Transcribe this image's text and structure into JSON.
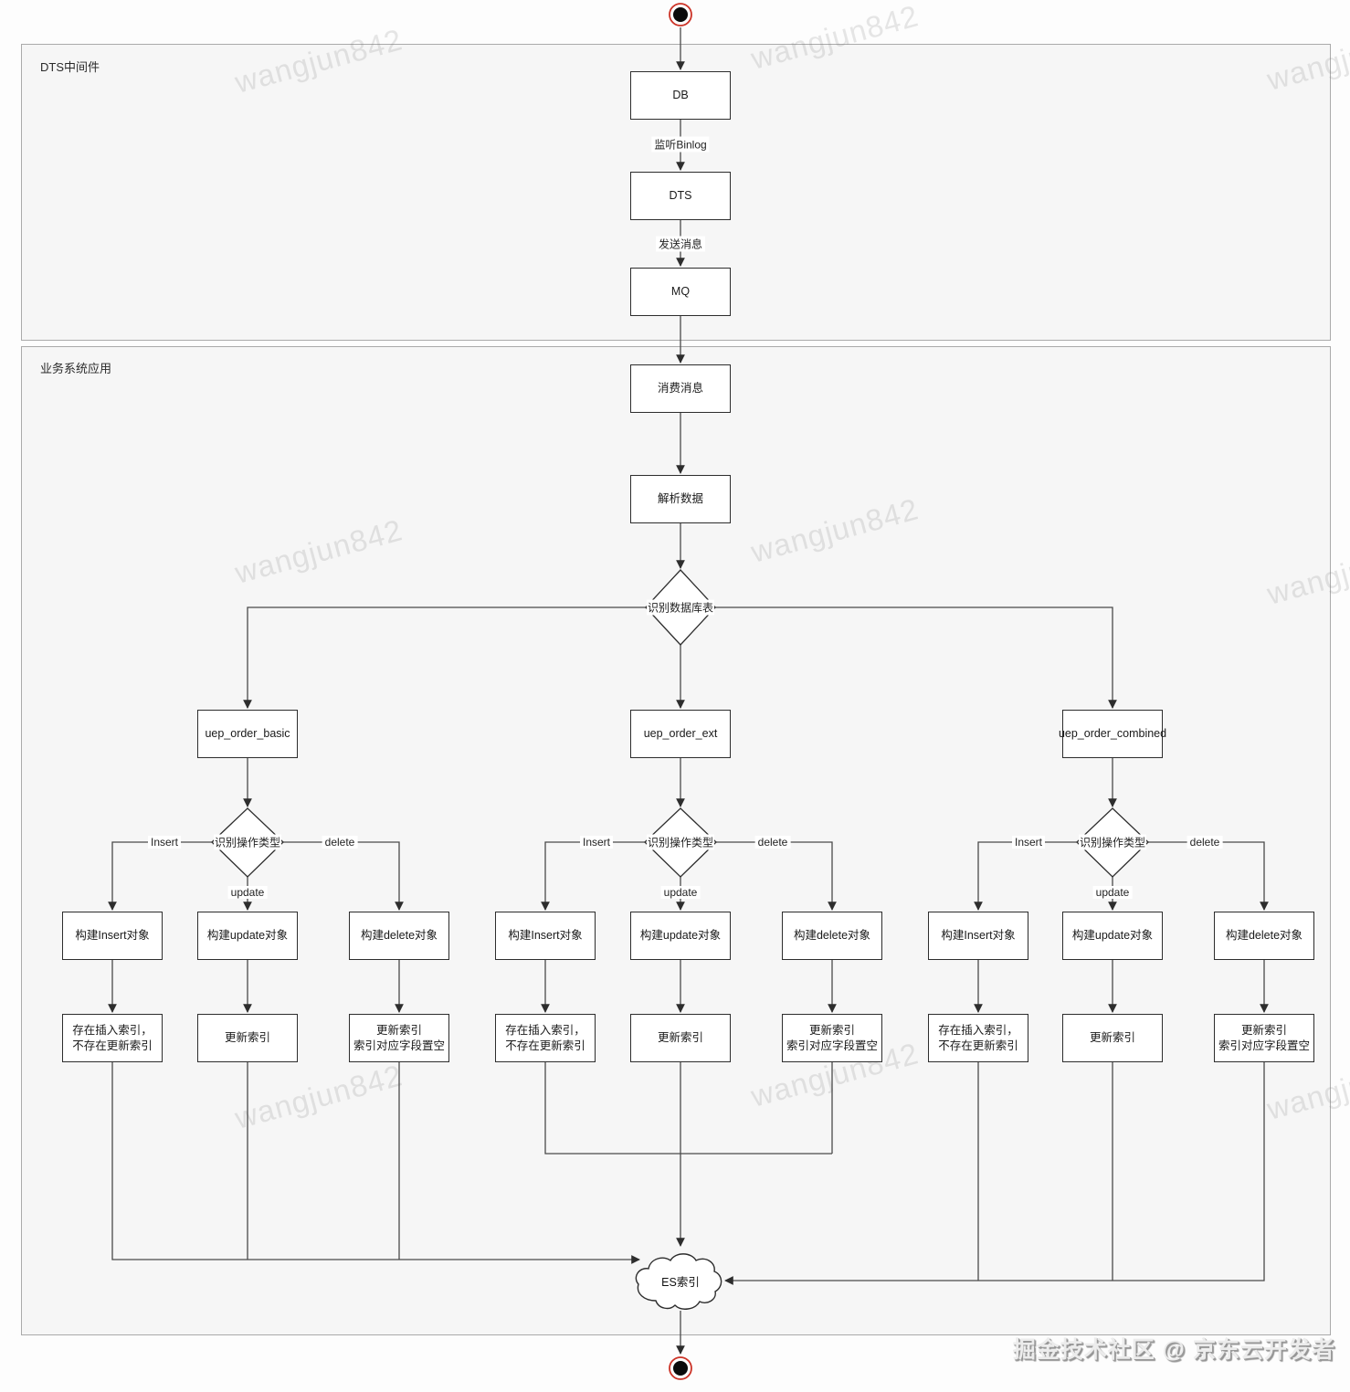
{
  "watermark": {
    "text": "wangjun842"
  },
  "credit": "掘金技术社区 @ 京东云开发者",
  "containers": {
    "dts_label": "DTS中间件",
    "business_label": "业务系统应用"
  },
  "nodes": {
    "db": "DB",
    "dts": "DTS",
    "mq": "MQ",
    "consume": "消费消息",
    "parse": "解析数据",
    "table_decision": "识别数据库表",
    "es": "ES索引"
  },
  "edge_labels": {
    "db_dts": "监听Binlog",
    "dts_mq": "发送消息",
    "insert": "Insert",
    "update": "update",
    "delete": "delete"
  },
  "branches": [
    {
      "table": "uep_order_basic",
      "op_decision": "识别操作类型",
      "insert_action": "构建Insert对象",
      "update_action": "构建update对象",
      "delete_action": "构建delete对象",
      "insert_result_lines": [
        "存在插入索引，",
        "不存在更新索引"
      ],
      "update_result": "更新索引",
      "delete_result_lines": [
        "更新索引",
        "索引对应字段置空"
      ]
    },
    {
      "table": "uep_order_ext",
      "op_decision": "识别操作类型",
      "insert_action": "构建Insert对象",
      "update_action": "构建update对象",
      "delete_action": "构建delete对象",
      "insert_result_lines": [
        "存在插入索引，",
        "不存在更新索引"
      ],
      "update_result": "更新索引",
      "delete_result_lines": [
        "更新索引",
        "索引对应字段置空"
      ]
    },
    {
      "table": "uep_order_combined",
      "op_decision": "识别操作类型",
      "insert_action": "构建Insert对象",
      "update_action": "构建update对象",
      "delete_action": "构建delete对象",
      "insert_result_lines": [
        "存在插入索引，",
        "不存在更新索引"
      ],
      "update_result": "更新索引",
      "delete_result_lines": [
        "更新索引",
        "索引对应字段置空"
      ]
    }
  ],
  "colors": {
    "terminal_ring": "#cc3327",
    "terminal_fill": "#0b0b0b",
    "line": "#3f3f3f",
    "node_border": "#2d2d2d"
  }
}
